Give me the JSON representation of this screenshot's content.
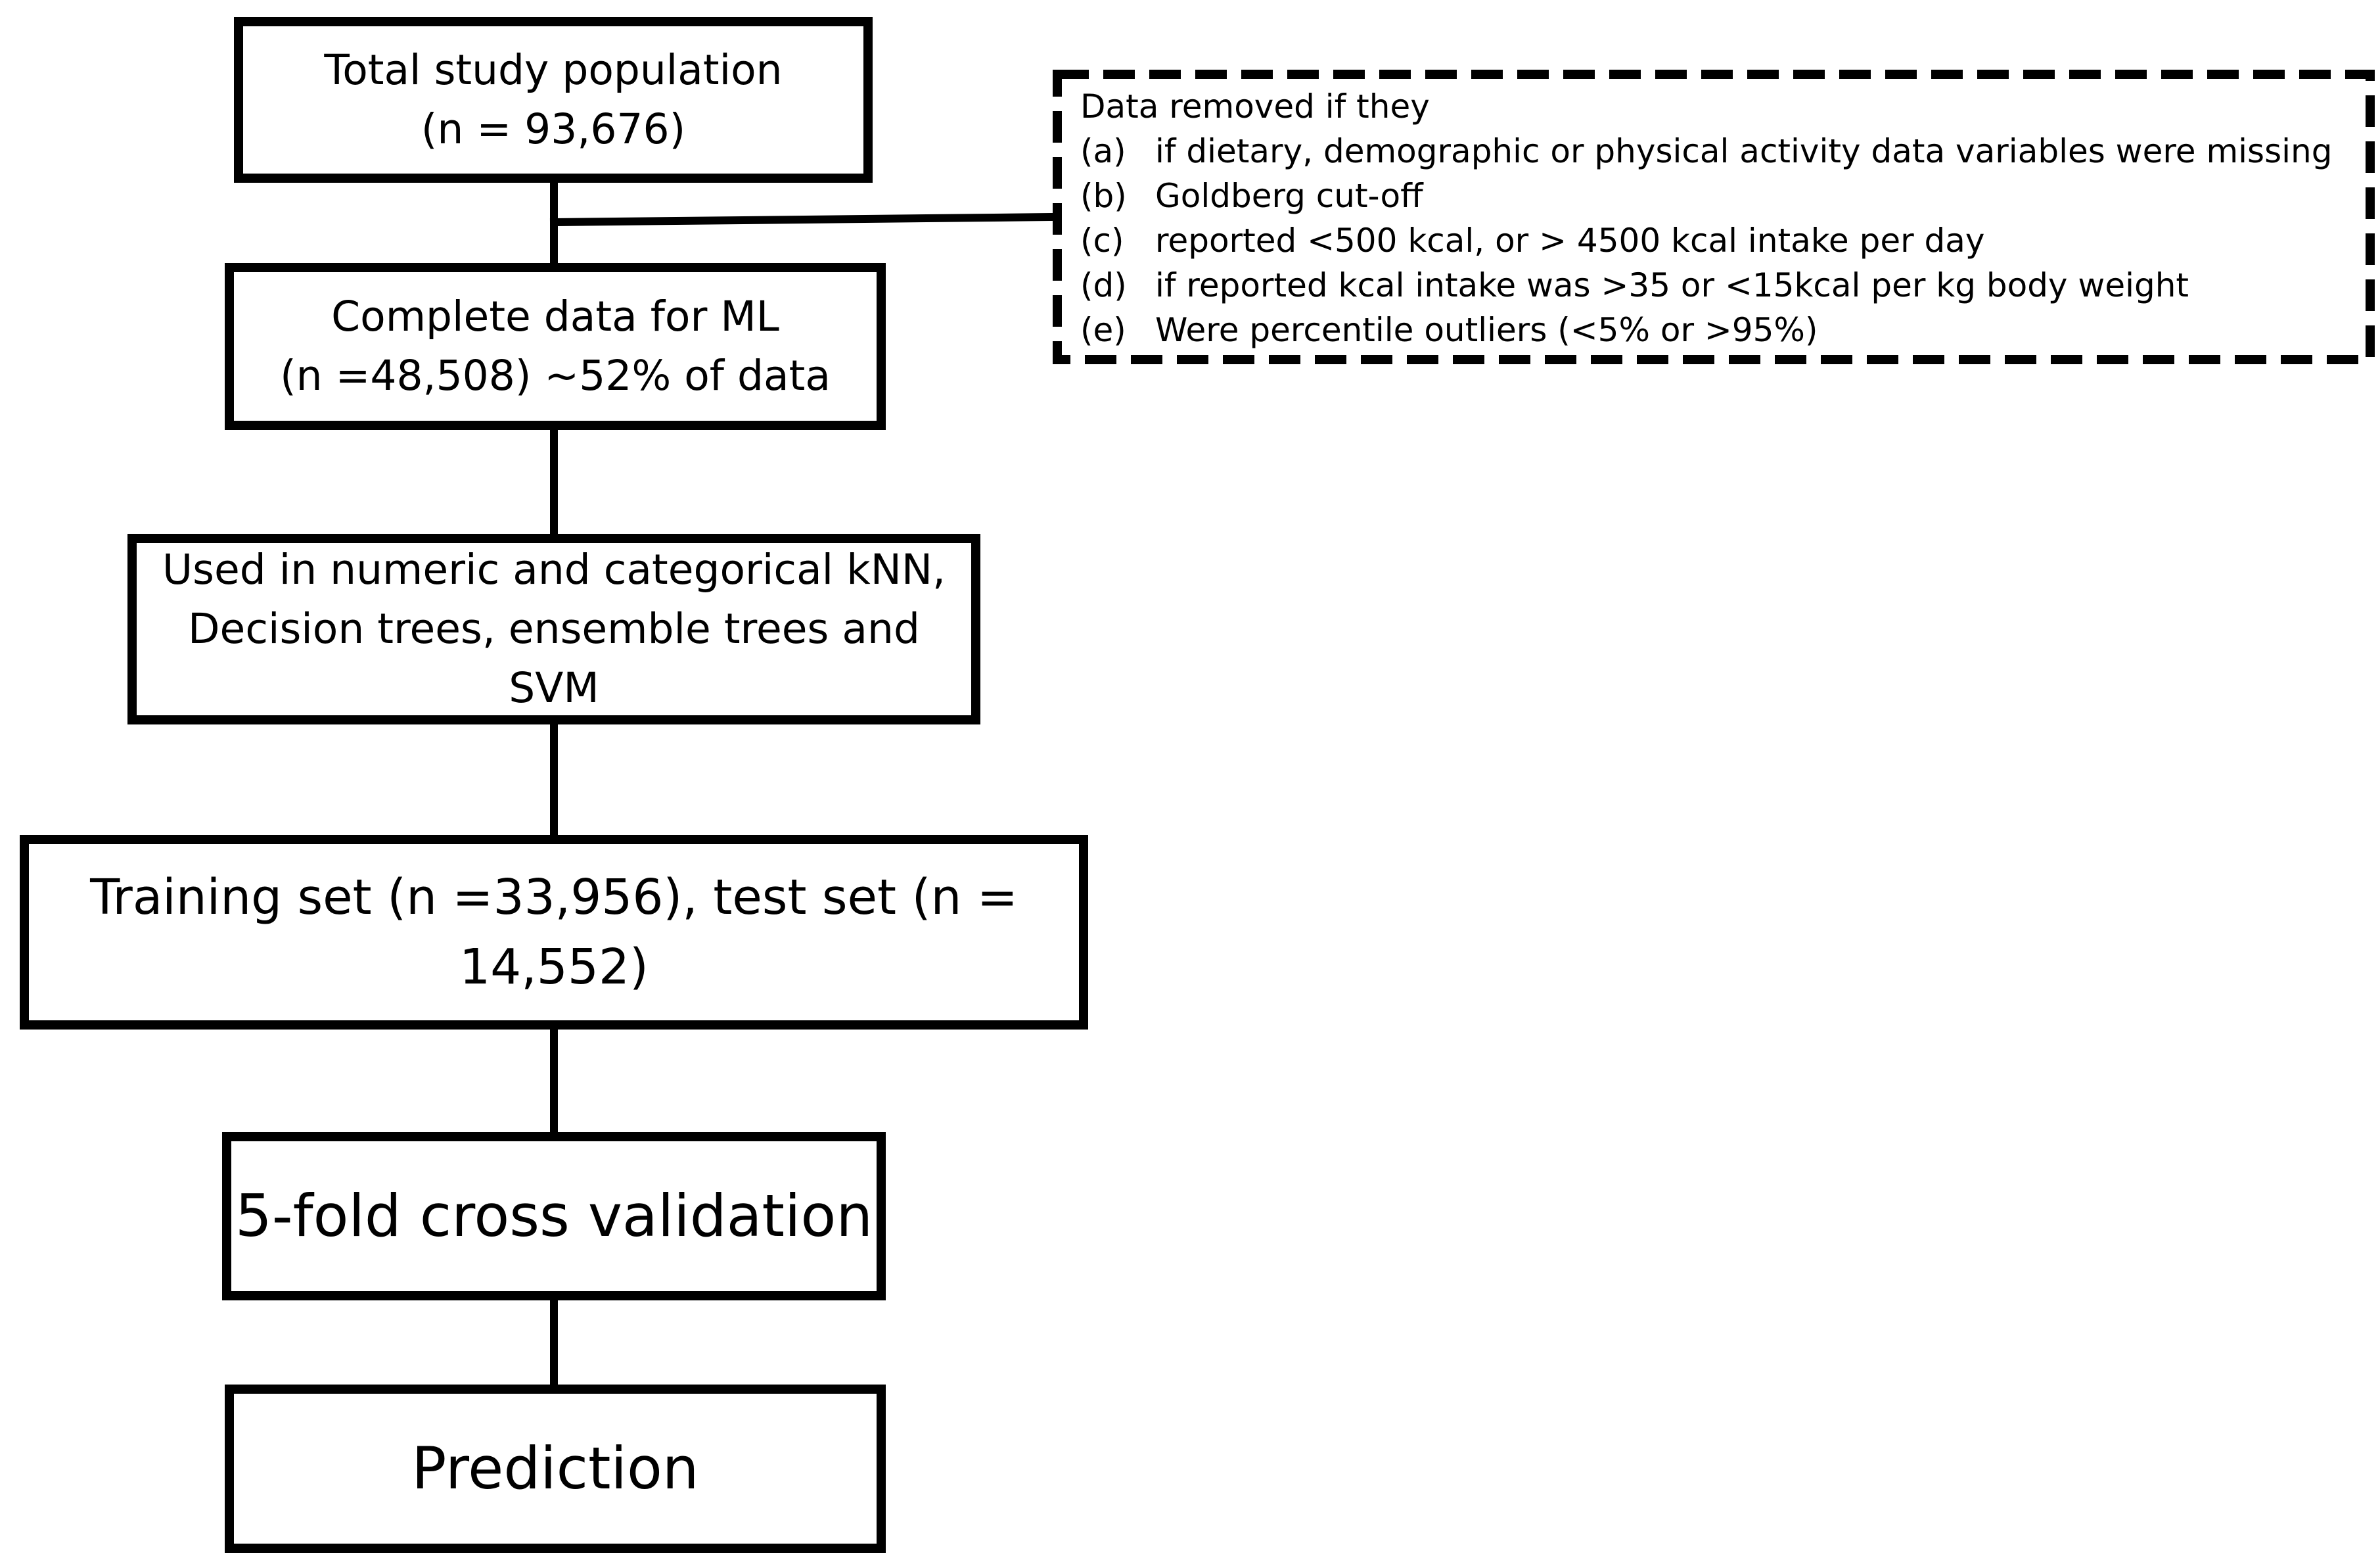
{
  "flowchart": {
    "boxes": [
      {
        "id": "total",
        "lines": [
          "Total study population",
          "(n = 93,676)"
        ]
      },
      {
        "id": "complete",
        "lines": [
          "Complete data for ML",
          "(n =48,508) ~52% of data"
        ]
      },
      {
        "id": "used",
        "lines": [
          "Used in numeric and categorical kNN,",
          "Decision trees, ensemble trees and",
          "SVM"
        ]
      },
      {
        "id": "training",
        "lines": [
          "Training set (n =33,956), test set (n =",
          "14,552)"
        ]
      },
      {
        "id": "cv",
        "lines": [
          "5-fold cross validation"
        ]
      },
      {
        "id": "prediction",
        "lines": [
          "Prediction"
        ]
      }
    ],
    "exclusion": {
      "heading": "Data removed if they",
      "criteria": [
        {
          "marker": "(a)",
          "text": "if dietary, demographic or physical activity data variables were missing"
        },
        {
          "marker": "(b)",
          "text": "Goldberg cut-off"
        },
        {
          "marker": "(c)",
          "text": "reported <500 kcal, or > 4500 kcal intake per day"
        },
        {
          "marker": "(d)",
          "text": "if reported kcal intake was >35 or <15kcal per kg body weight"
        },
        {
          "marker": "(e)",
          "text": "Were percentile  outliers (<5% or >95%)"
        }
      ]
    }
  }
}
